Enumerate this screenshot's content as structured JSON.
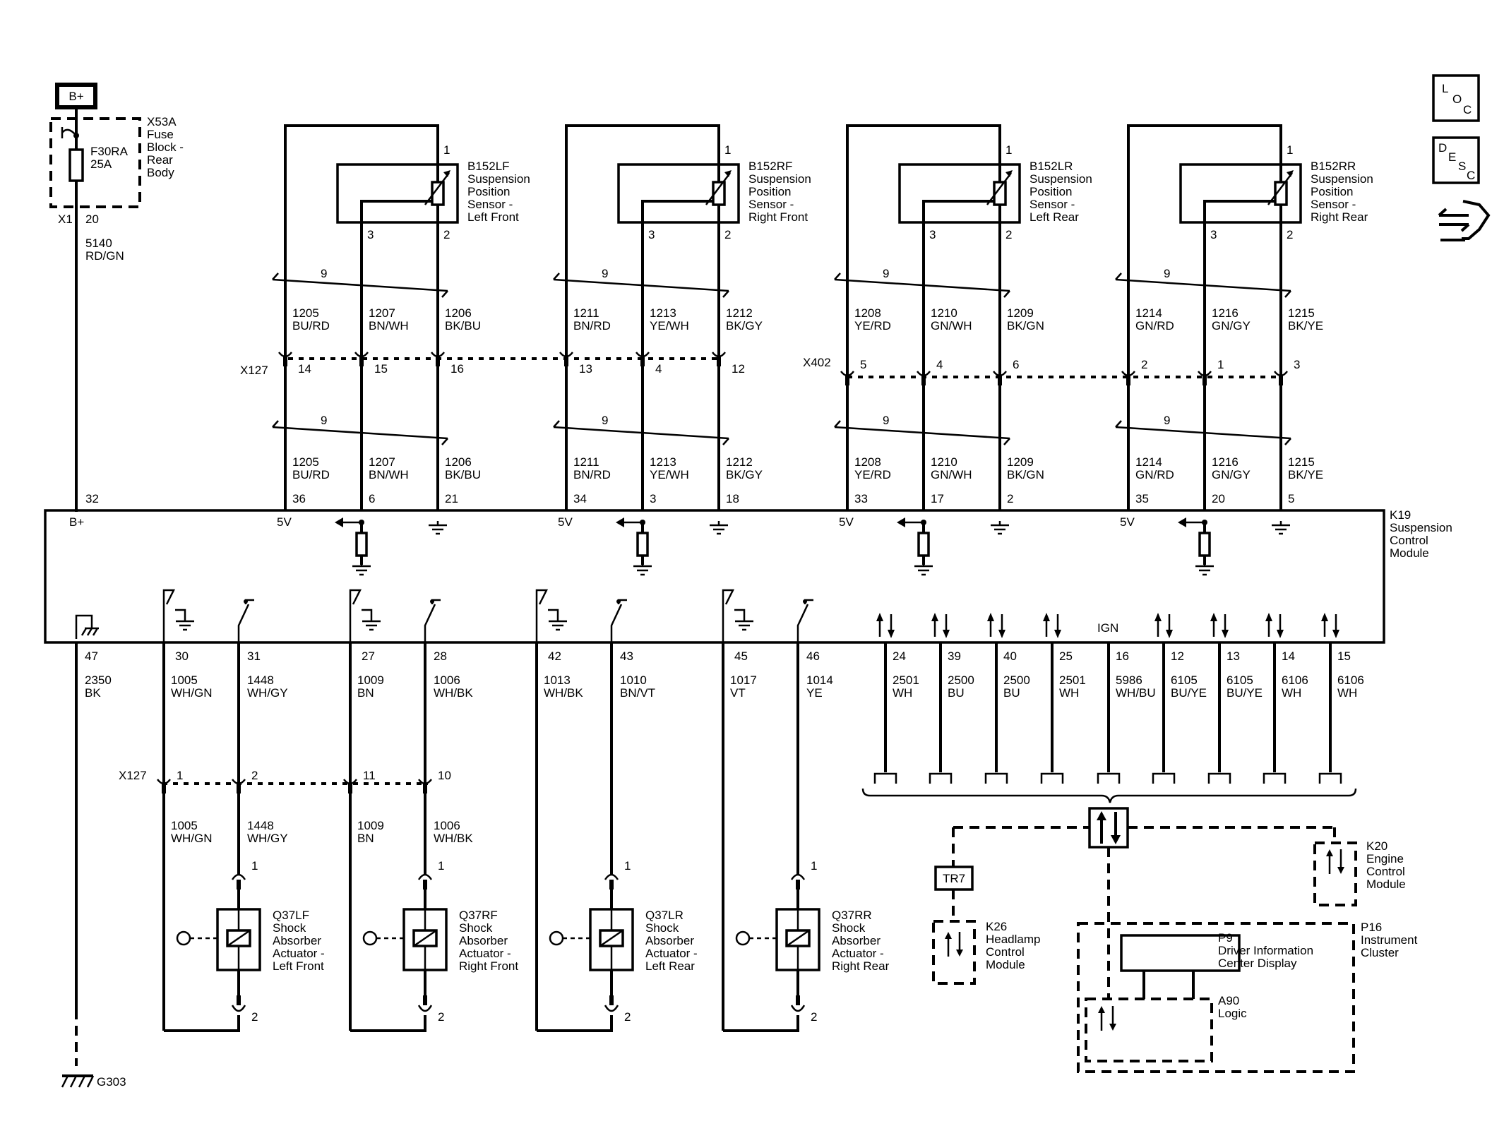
{
  "battery": "B+",
  "fuse_block": {
    "id": "X53A",
    "name": [
      "Fuse",
      "Block -",
      "Rear",
      "Body"
    ],
    "fuse": "F30RA",
    "rating": "25A",
    "connector": "X1",
    "pin": "20"
  },
  "bplus_wire": {
    "circuit": "5140",
    "color": "RD/GN"
  },
  "sensors": [
    {
      "id": "B152LF",
      "name": [
        "Suspension",
        "Position",
        "Sensor -",
        "Left Front"
      ],
      "pins": [
        "1",
        "3",
        "2"
      ]
    },
    {
      "id": "B152RF",
      "name": [
        "Suspension",
        "Position",
        "Sensor -",
        "Right Front"
      ],
      "pins": [
        "1",
        "3",
        "2"
      ]
    },
    {
      "id": "B152LR",
      "name": [
        "Suspension",
        "Position",
        "Sensor -",
        "Left Rear"
      ],
      "pins": [
        "1",
        "3",
        "2"
      ]
    },
    {
      "id": "B152RR",
      "name": [
        "Suspension",
        "Position",
        "Sensor -",
        "Right Rear"
      ],
      "pins": [
        "1",
        "3",
        "2"
      ]
    }
  ],
  "sensor_wires": [
    [
      {
        "c": "1205",
        "col": "BU/RD"
      },
      {
        "c": "1207",
        "col": "BN/WH"
      },
      {
        "c": "1206",
        "col": "BK/BU"
      }
    ],
    [
      {
        "c": "1211",
        "col": "BN/RD"
      },
      {
        "c": "1213",
        "col": "YE/WH"
      },
      {
        "c": "1212",
        "col": "BK/GY"
      }
    ],
    [
      {
        "c": "1208",
        "col": "YE/RD"
      },
      {
        "c": "1210",
        "col": "GN/WH"
      },
      {
        "c": "1209",
        "col": "BK/GN"
      }
    ],
    [
      {
        "c": "1214",
        "col": "GN/RD"
      },
      {
        "c": "1216",
        "col": "GN/GY"
      },
      {
        "c": "1215",
        "col": "BK/YE"
      }
    ]
  ],
  "twist_label": "9",
  "connector_x127": {
    "id": "X127",
    "top_pins": [
      [
        "14",
        "15",
        "16"
      ],
      [
        "13",
        "4",
        "12"
      ]
    ],
    "bottom_pins": [
      "1",
      "2",
      "11",
      "10"
    ]
  },
  "connector_x402": {
    "id": "X402",
    "pins": [
      [
        "5",
        "4",
        "6"
      ],
      [
        "2",
        "1",
        "3"
      ]
    ]
  },
  "module_top_pins": [
    "32",
    "36",
    "6",
    "21",
    "34",
    "3",
    "18",
    "33",
    "17",
    "2",
    "35",
    "20",
    "5"
  ],
  "module": {
    "id": "K19",
    "name": [
      "Suspension",
      "Control",
      "Module"
    ],
    "bplus": "B+",
    "v5": "5V",
    "ign": "IGN"
  },
  "ground_wire": {
    "pin": "47",
    "circuit": "2350",
    "color": "BK",
    "ground": "G303"
  },
  "actuator_wires": [
    {
      "pin": "30",
      "c": "1005",
      "col": "WH/GN"
    },
    {
      "pin": "31",
      "c": "1448",
      "col": "WH/GY"
    },
    {
      "pin": "27",
      "c": "1009",
      "col": "BN"
    },
    {
      "pin": "28",
      "c": "1006",
      "col": "WH/BK"
    },
    {
      "pin": "42",
      "c": "1013",
      "col": "WH/BK"
    },
    {
      "pin": "43",
      "c": "1010",
      "col": "BN/VT"
    },
    {
      "pin": "45",
      "c": "1017",
      "col": "VT"
    },
    {
      "pin": "46",
      "c": "1014",
      "col": "YE"
    }
  ],
  "actuators": [
    {
      "id": "Q37LF",
      "name": [
        "Shock",
        "Absorber",
        "Actuator -",
        "Left Front"
      ],
      "pins": [
        "1",
        "2"
      ]
    },
    {
      "id": "Q37RF",
      "name": [
        "Shock",
        "Absorber",
        "Actuator -",
        "Right Front"
      ],
      "pins": [
        "1",
        "2"
      ]
    },
    {
      "id": "Q37LR",
      "name": [
        "Shock",
        "Absorber",
        "Actuator -",
        "Left Rear"
      ],
      "pins": [
        "1",
        "2"
      ]
    },
    {
      "id": "Q37RR",
      "name": [
        "Shock",
        "Absorber",
        "Actuator -",
        "Right Rear"
      ],
      "pins": [
        "1",
        "2"
      ]
    }
  ],
  "data_wires": [
    {
      "pin": "24",
      "c": "2501",
      "col": "WH"
    },
    {
      "pin": "39",
      "c": "2500",
      "col": "BU"
    },
    {
      "pin": "40",
      "c": "2500",
      "col": "BU"
    },
    {
      "pin": "25",
      "c": "2501",
      "col": "WH"
    },
    {
      "pin": "16",
      "c": "5986",
      "col": "WH/BU"
    },
    {
      "pin": "12",
      "c": "6105",
      "col": "BU/YE"
    },
    {
      "pin": "13",
      "c": "6105",
      "col": "BU/YE"
    },
    {
      "pin": "14",
      "c": "6106",
      "col": "WH"
    },
    {
      "pin": "15",
      "c": "6106",
      "col": "WH"
    }
  ],
  "other_modules": {
    "tr7": "TR7",
    "k26": {
      "id": "K26",
      "name": [
        "Headlamp",
        "Control",
        "Module"
      ]
    },
    "k20": {
      "id": "K20",
      "name": [
        "Engine",
        "Control",
        "Module"
      ]
    },
    "p16": {
      "id": "P16",
      "name": [
        "Instrument",
        "Cluster"
      ]
    },
    "p9": {
      "id": "P9",
      "name": [
        "Driver Information",
        "Center Display"
      ]
    },
    "a90": {
      "id": "A90",
      "name": [
        "Logic"
      ]
    }
  },
  "side_icons": {
    "loc": [
      "L",
      "O",
      "C"
    ],
    "desc": [
      "D",
      "E",
      "S",
      "C"
    ],
    "third": "connector-tool-icon"
  }
}
